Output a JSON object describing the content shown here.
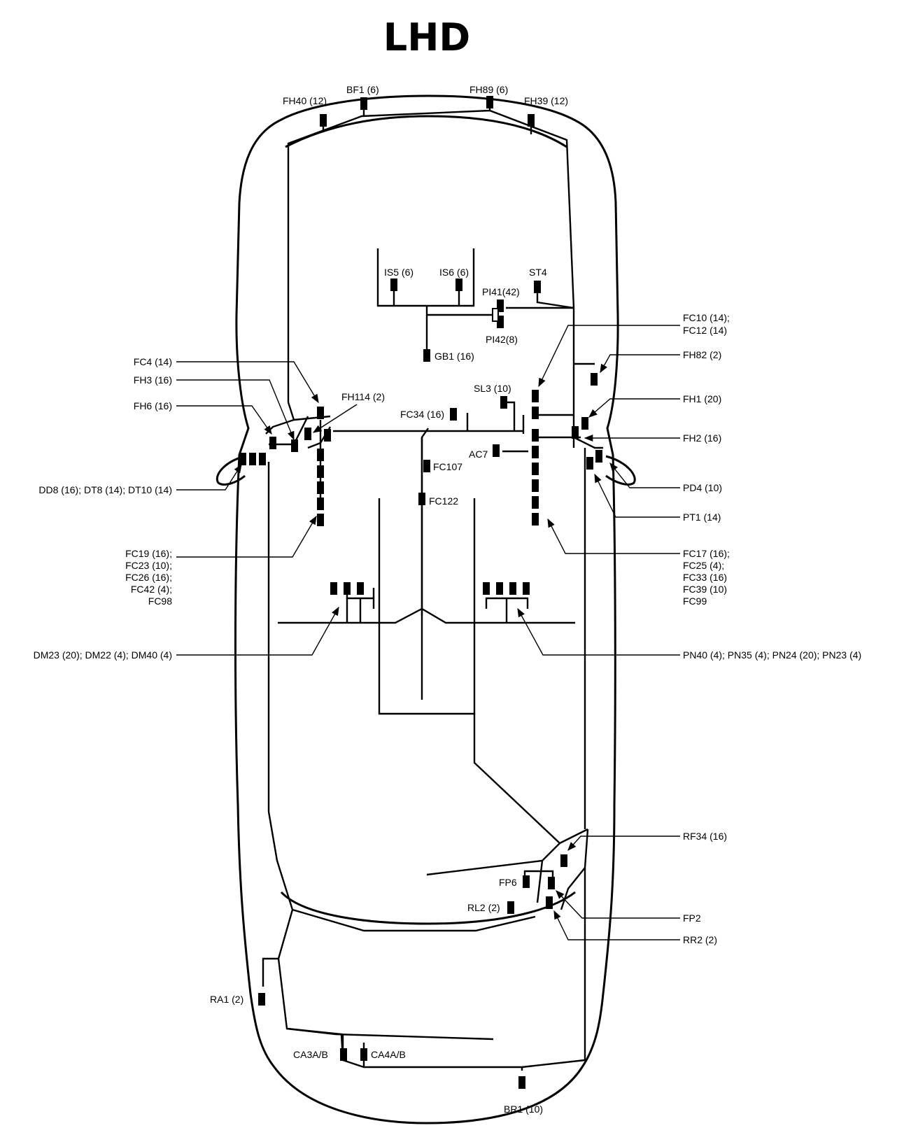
{
  "title": "LHD",
  "labels": {
    "fh40": "FH40 (12)",
    "bf1": "BF1 (6)",
    "fh89": "FH89 (6)",
    "fh39": "FH39 (12)",
    "is5": "IS5 (6)",
    "is6": "IS6 (6)",
    "st4": "ST4",
    "pi41": "PI41(42)",
    "pi42": "PI42(8)",
    "gb1": "GB1 (16)",
    "fc10": "FC10 (14);",
    "fc12": "FC12 (14)",
    "fh82": "FH82 (2)",
    "fc4": "FC4 (14)",
    "fh3": "FH3 (16)",
    "fh6": "FH6 (16)",
    "fh114": "FH114 (2)",
    "sl3": "SL3 (10)",
    "fc34": "FC34 (16)",
    "fh1": "FH1 (20)",
    "fh2": "FH2 (16)",
    "ac7": "AC7",
    "fc107": "FC107",
    "fc122": "FC122",
    "dd8": "DD8 (16); DT8 (14); DT10 (14)",
    "pd4": "PD4 (10)",
    "pt1": "PT1 (14)",
    "left_group": [
      "FC19 (16);",
      "FC23 (10);",
      "FC26 (16);",
      "FC42 (4);",
      "FC98"
    ],
    "right_group": [
      "FC17 (16);",
      "FC25 (4);",
      "FC33 (16)",
      "FC39 (10)",
      "FC99"
    ],
    "dm": "DM23 (20); DM22 (4); DM40 (4)",
    "pn": "PN40 (4); PN35 (4); PN24 (20); PN23 (4)",
    "rf34": "RF34 (16)",
    "fp6": "FP6",
    "rl2": "RL2 (2)",
    "fp2": "FP2",
    "rr2": "RR2 (2)",
    "ra1": "RA1 (2)",
    "ca3": "CA3A/B",
    "ca4": "CA4A/B",
    "br1": "BR1 (10)"
  }
}
